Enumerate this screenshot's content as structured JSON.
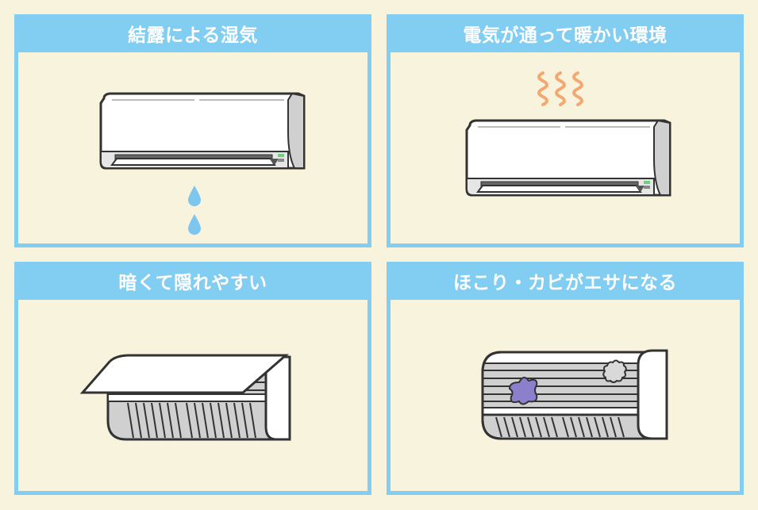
{
  "colors": {
    "background": "#f8f3dc",
    "panel_border": "#82cdf2",
    "header_text": "#ffffff",
    "outline": "#333333",
    "ac_body": "#ffffff",
    "ac_gray": "#d0d0d0",
    "water_drop": "#7cc6ef",
    "heat_wave": "#f3a872",
    "mold": "#8c7fcc",
    "dust": "#d9d9d9",
    "indicator_green": "#6fd07a"
  },
  "panels": [
    {
      "title": "結露による湿気",
      "illustration": "air-conditioner-with-water-drops"
    },
    {
      "title": "電気が通って暖かい環境",
      "illustration": "air-conditioner-with-heat-waves"
    },
    {
      "title": "暗くて隠れやすい",
      "illustration": "air-conditioner-open-cover"
    },
    {
      "title": "ほこり・カビがエサになる",
      "illustration": "air-conditioner-filter-with-mold-and-dust"
    }
  ]
}
